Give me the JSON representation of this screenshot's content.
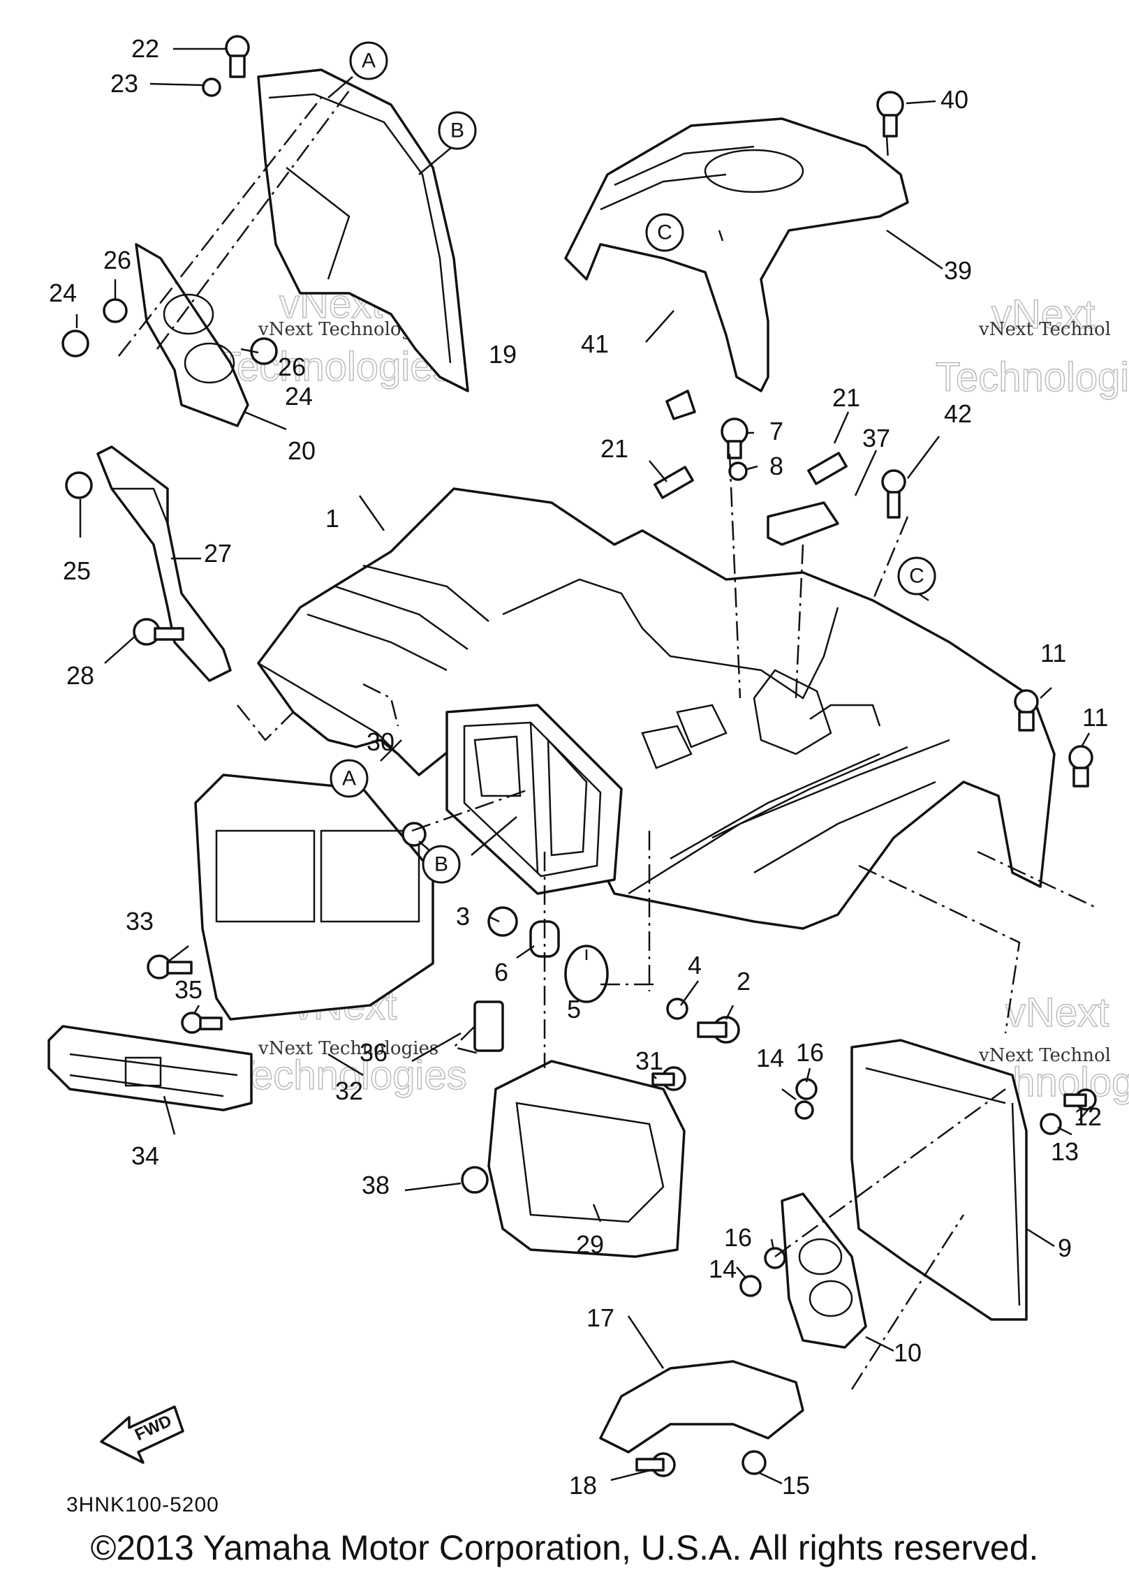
{
  "diagram": {
    "code": "3HNK100-5200",
    "copyright": "©2013 Yamaha Motor Corporation, U.S.A. All rights reserved.",
    "watermark_line": "vNext Technologies",
    "watermark_line_cut": "vNext Technol",
    "watermark_big_1": "vNext",
    "watermark_big_2": "Technologies",
    "fwd_label": "FWD",
    "refs": {
      "a": "A",
      "b": "B",
      "c": "C"
    },
    "labels": {
      "p1": "1",
      "p2": "2",
      "p3": "3",
      "p4": "4",
      "p5": "5",
      "p6": "6",
      "p7": "7",
      "p8": "8",
      "p9": "9",
      "p10": "10",
      "p11a": "11",
      "p11b": "11",
      "p12": "12",
      "p13": "13",
      "p14a": "14",
      "p14b": "14",
      "p15": "15",
      "p16a": "16",
      "p16b": "16",
      "p17": "17",
      "p18": "18",
      "p19": "19",
      "p20": "20",
      "p21a": "21",
      "p21b": "21",
      "p22": "22",
      "p23": "23",
      "p24a": "24",
      "p24b": "24",
      "p25": "25",
      "p26a": "26",
      "p26b": "26",
      "p27": "27",
      "p28": "28",
      "p29": "29",
      "p30": "30",
      "p31": "31",
      "p32": "32",
      "p33": "33",
      "p34": "34",
      "p35": "35",
      "p36": "36",
      "p37": "37",
      "p38": "38",
      "p39": "39",
      "p40": "40",
      "p41": "41",
      "p42": "42"
    }
  }
}
